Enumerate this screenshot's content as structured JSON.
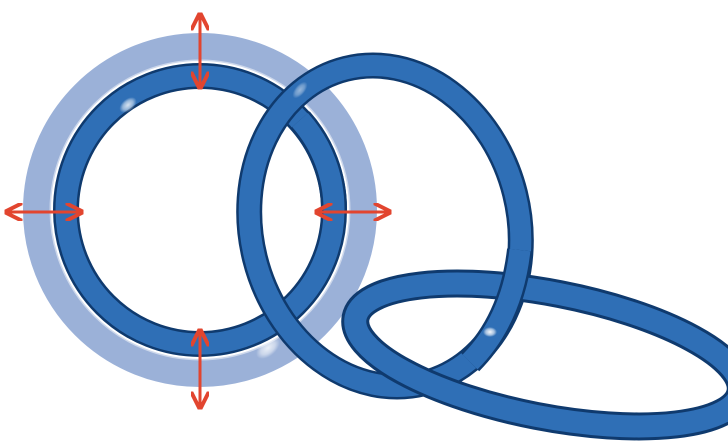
{
  "image": {
    "content": "interlocking-rings-illustration",
    "background_color": "#ffffff"
  },
  "colors": {
    "expanded_ring": "#9bb1d8",
    "expanded_ring_edge": "#7e98c6",
    "ring_blue": "#2f6fb6",
    "ring_dark": "#0f3a6e",
    "ring_highlight": "#6aa3df",
    "arrow_red": "#e2452f"
  },
  "arrows": {
    "count": 4,
    "directions": [
      "vertical-top",
      "horizontal-left",
      "horizontal-right",
      "vertical-bottom"
    ]
  }
}
